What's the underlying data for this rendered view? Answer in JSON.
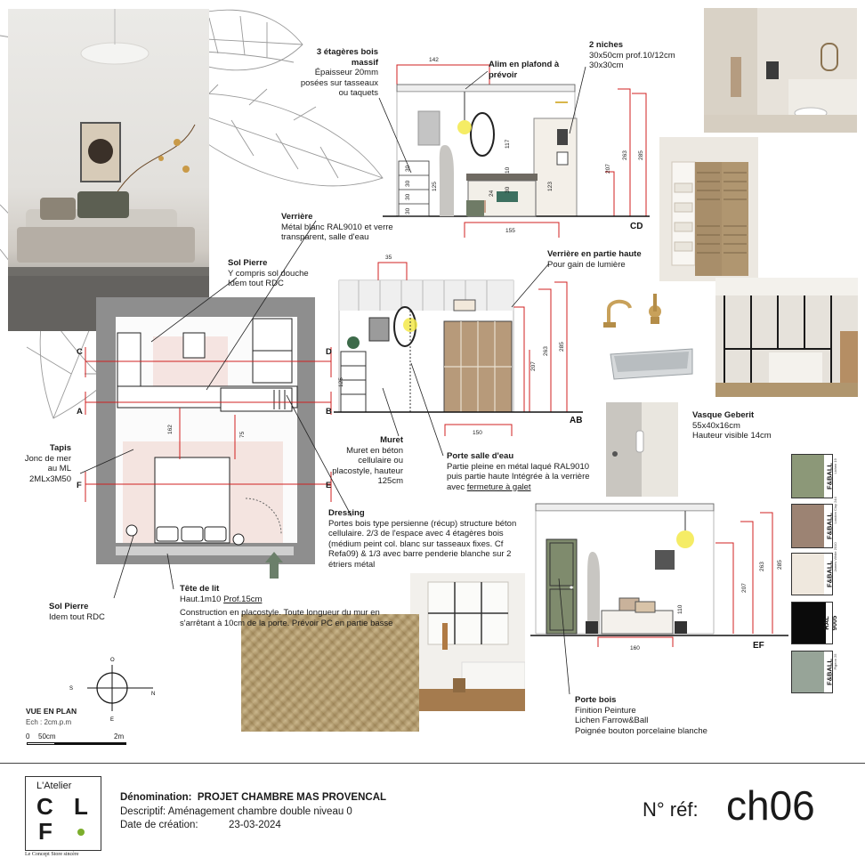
{
  "annotations": {
    "etageres": {
      "title": "3 étagères bois massif",
      "body": "Épaisseur 20mm posées sur tasseaux ou taquets"
    },
    "alim": {
      "title": "Alim en plafond à prévoir"
    },
    "niches": {
      "title": "2 niches",
      "line1": "30x50cm prof.10/12cm",
      "line2": "30x30cm"
    },
    "verriere": {
      "title": "Verrière",
      "body": "Métal blanc RAL9010 et verre transparent, salle d'eau"
    },
    "sol_pierre_1": {
      "title": "Sol Pierre",
      "line1": "Y compris sol douche",
      "line2": "Idem tout RDC"
    },
    "verriere_haute": {
      "title": "Verrière en partie haute",
      "body": "Pour gain de lumière"
    },
    "vasque": {
      "title": "Vasque Geberit",
      "line1": "55x40x16cm",
      "line2": "Hauteur visible 14cm"
    },
    "tapis": {
      "title": "Tapis",
      "body": "Jonc de mer au ML 2MLx3M50"
    },
    "muret": {
      "title": "Muret",
      "body": "Muret en béton cellulaire ou placostyle, hauteur 125cm"
    },
    "porte_sde": {
      "title": "Porte salle d'eau",
      "body": "Partie pleine en métal laqué RAL9010 puis partie haute  Intégrée à la verrière avec",
      "link": "fermeture à galet"
    },
    "dressing": {
      "title": "Dressing",
      "body": "Portes bois type persienne (récup) structure béton cellulaire. 2/3 de l'espace avec 4 étagères bois (médium peint col. blanc sur tasseaux fixes. Cf Refa09) & 1/3 avec barre penderie blanche sur 2 étriers métal"
    },
    "sol_pierre_2": {
      "title": "Sol Pierre",
      "line1": "Idem tout RDC"
    },
    "tete_lit": {
      "title": "Tête de lit",
      "line1_a": "Haut.1m10 ",
      "line1_b": "Prof.15cm",
      "body": "Construction en placostyle. Toute longueur du mur en s'arrêtant à 10cm de la porte. Prévoir PC en partie basse"
    },
    "porte_bois": {
      "title": "Porte bois",
      "line1": "Finition Peinture",
      "line2": "Lichen Farrow&Ball",
      "line3": "Poignée bouton porcelaine blanche"
    }
  },
  "elevations": {
    "cd": {
      "label": "CD",
      "dims": {
        "w142": "142",
        "w155": "155",
        "h207": "207",
        "h263": "263",
        "h285": "285",
        "h125": "125",
        "h117": "117",
        "h123": "123",
        "h30a": "30",
        "h30b": "30",
        "h30c": "30",
        "h30d": "30",
        "h24": "24",
        "h30e": "30",
        "h10": "10"
      }
    },
    "ab": {
      "label": "AB",
      "dims": {
        "w35": "35",
        "w150": "150",
        "h207": "207",
        "h263": "263",
        "h285": "285",
        "h125": "125"
      }
    },
    "ef": {
      "label": "EF",
      "dims": {
        "w160": "160",
        "h207": "207",
        "h263": "263",
        "h285": "285",
        "h110": "110"
      }
    }
  },
  "plan": {
    "markers": {
      "a": "A",
      "b": "B",
      "c": "C",
      "d": "D",
      "e": "E",
      "f": "F"
    },
    "dims": {
      "d162": "162",
      "d75": "75"
    }
  },
  "compass": {
    "n": "N",
    "s": "S",
    "e": "E",
    "o": "O"
  },
  "scale": {
    "title": "VUE EN PLAN",
    "ratio": "Ech : 2cm.p.m",
    "t0": "0",
    "t50": "50cm",
    "t2": "2m"
  },
  "swatches": [
    {
      "brand": "F&BALL",
      "note": "Lichen 19",
      "color": "#8c9878"
    },
    {
      "brand": "F&BALL",
      "note": "London Clay 244",
      "color": "#9c8373"
    },
    {
      "brand": "F&BALL",
      "note": "James White 2010",
      "color": "#efe8de"
    },
    {
      "brand": "RAL 9005",
      "note": "",
      "color": "#0b0b0b"
    },
    {
      "brand": "F&BALL",
      "note": "Pigeon 25",
      "color": "#97a498"
    }
  ],
  "footer": {
    "logo_top": "L'Atelier",
    "logo_c": "C",
    "logo_l": "L",
    "logo_f": "F",
    "logo_tag": "Le Concept Store sincère",
    "denomination_label": "Dénomination:",
    "denomination_value": "PROJET CHAMBRE MAS PROVENCAL",
    "descriptif_label": "Descriptif:",
    "descriptif_value": "Aménagement chambre double niveau 0",
    "date_label": "Date de création:",
    "date_value": "23-03-2024",
    "ref_label": "N° réf:",
    "ref_value": "ch06"
  },
  "colors": {
    "accent_red": "#d02020",
    "logo_dot": "#7cae2c",
    "door_green": "#7f8b6d",
    "arrow_green": "#6b7f6a"
  }
}
